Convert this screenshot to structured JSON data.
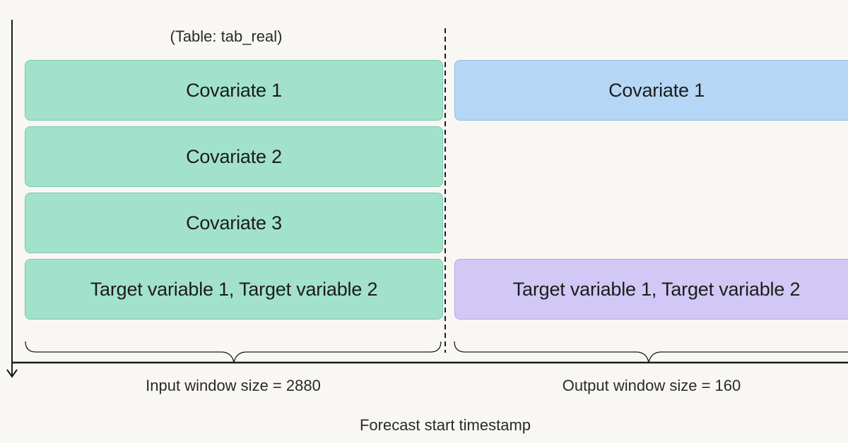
{
  "diagram": {
    "table_label": "(Table: tab_real)",
    "input_blocks": [
      {
        "label": "Covariate 1"
      },
      {
        "label": "Covariate 2"
      },
      {
        "label": "Covariate 3"
      },
      {
        "label": "Target variable 1, Target variable 2"
      }
    ],
    "output_blocks": {
      "covariate": {
        "label": "Covariate 1"
      },
      "target": {
        "label": "Target variable 1, Target variable 2"
      }
    },
    "input_window_label": "Input window size = 2880",
    "output_window_label": "Output window size = 160",
    "forecast_start_label": "Forecast start timestamp",
    "colors": {
      "input_fill": "#a2e2cc",
      "output_covariate_fill": "#b6d6f5",
      "output_target_fill": "#d2c8f6",
      "background": "#f9f7f3",
      "line": "#1c1c1a"
    }
  }
}
